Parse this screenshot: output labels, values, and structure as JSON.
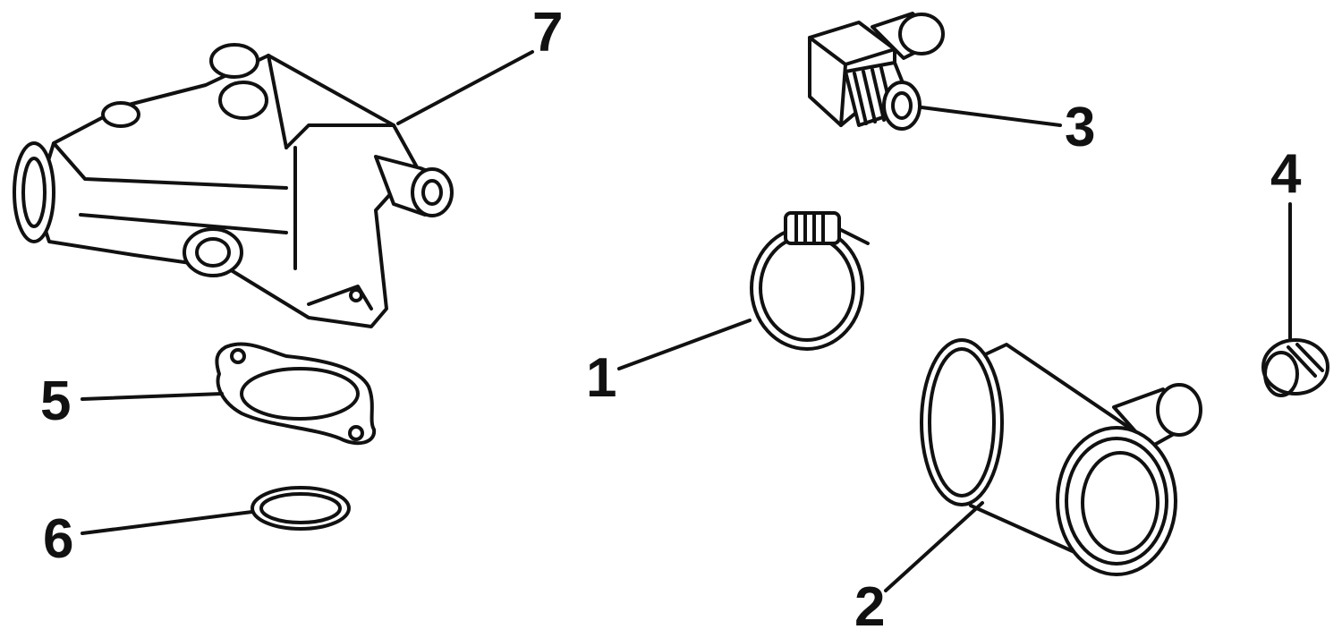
{
  "callouts": {
    "c1": "1",
    "c2": "2",
    "c3": "3",
    "c4": "4",
    "c5": "5",
    "c6": "6",
    "c7": "7"
  },
  "line_color": "#111111",
  "background": "#ffffff"
}
